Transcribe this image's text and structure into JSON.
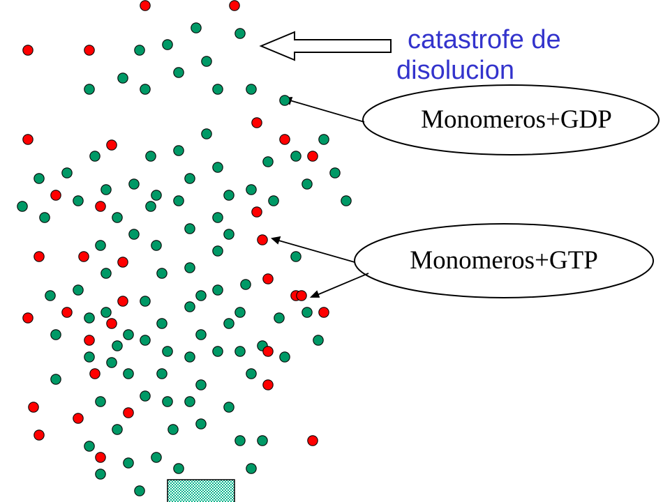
{
  "title": {
    "line1": "catastrofe de",
    "line2": "disolucion",
    "color": "#3333cc"
  },
  "labels": {
    "gdp": "Monomeros+GDP",
    "gtp": "Monomeros+GTP"
  },
  "colors": {
    "gdp_monomer": "#009966",
    "gtp_monomer": "#ff0000",
    "outline": "#000000",
    "base_pattern": "#00cc99"
  }
}
